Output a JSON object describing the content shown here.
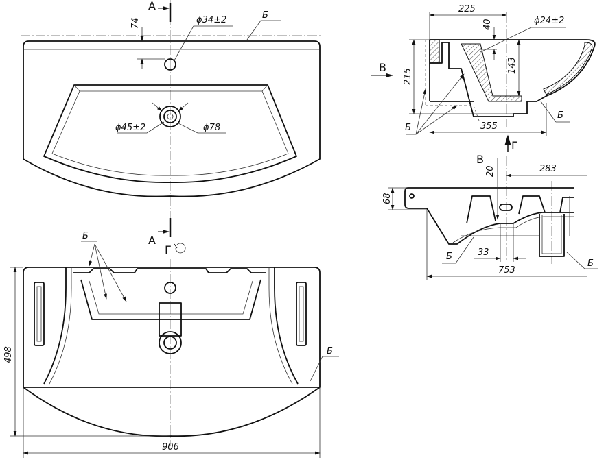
{
  "top_view": {
    "section_mark_top": "А",
    "dim_74": "74",
    "hole_tap": "ϕ34±2",
    "surface_mark": "Б",
    "drain_inner": "ϕ45±2",
    "drain_outer": "ϕ78",
    "section_mark_bottom": "А"
  },
  "bottom_view": {
    "view_mark": "Г",
    "surface_mark_left": "Б",
    "surface_mark_right": "Б",
    "dim_depth": "498",
    "dim_width": "906"
  },
  "section_a": {
    "dim_225": "225",
    "dim_40": "40",
    "overflow_hole": "ϕ24±2",
    "view_mark_b": "В",
    "dim_215": "215",
    "dim_143": "143",
    "surface_mark_left": "Б",
    "surface_mark_right": "Б",
    "dim_355": "355",
    "view_mark_g": "Г"
  },
  "view_b": {
    "view_mark": "В",
    "dim_20": "20",
    "dim_283": "283",
    "dim_68": "68",
    "surface_mark_left": "Б",
    "dim_33": "33",
    "dim_753": "753",
    "surface_mark_right": "Б"
  }
}
